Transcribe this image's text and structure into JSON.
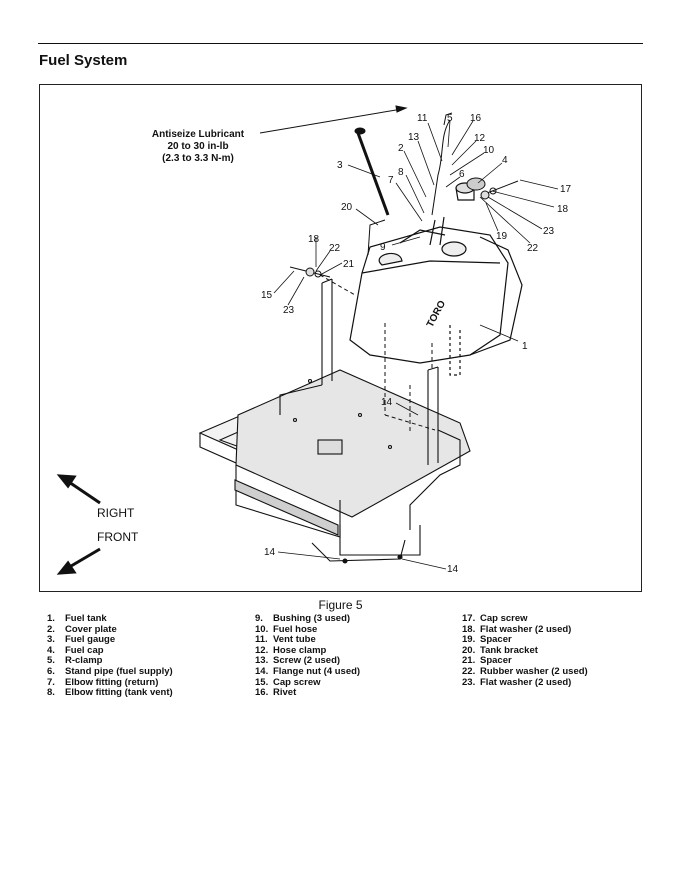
{
  "header": {
    "title": "Fuel System"
  },
  "figure": {
    "caption": "Figure 5",
    "torque": [
      "Antiseize Lubricant",
      "20 to 30 in-lb",
      "(2.3 to 3.3 N-m)"
    ],
    "direction_right": "RIGHT",
    "direction_front": "FRONT",
    "brand": "TORO",
    "callouts": [
      "11",
      "5",
      "16",
      "13",
      "12",
      "2",
      "10",
      "4",
      "3",
      "8",
      "6",
      "7",
      "17",
      "18",
      "20",
      "9",
      "23",
      "19",
      "22",
      "18",
      "22",
      "21",
      "15",
      "23",
      "1",
      "14",
      "14",
      "14"
    ]
  },
  "legend": {
    "col1": [
      {
        "num": "1.",
        "text": "Fuel tank"
      },
      {
        "num": "2.",
        "text": "Cover plate"
      },
      {
        "num": "3.",
        "text": "Fuel gauge"
      },
      {
        "num": "4.",
        "text": "Fuel cap"
      },
      {
        "num": "5.",
        "text": "R-clamp"
      },
      {
        "num": "6.",
        "text": "Stand pipe (fuel supply)"
      },
      {
        "num": "7.",
        "text": "Elbow fitting (return)"
      },
      {
        "num": "8.",
        "text": "Elbow fitting (tank vent)"
      }
    ],
    "col2": [
      {
        "num": "9.",
        "text": "Bushing (3 used)"
      },
      {
        "num": "10.",
        "text": "Fuel hose"
      },
      {
        "num": "11.",
        "text": "Vent tube"
      },
      {
        "num": "12.",
        "text": "Hose clamp"
      },
      {
        "num": "13.",
        "text": "Screw (2 used)"
      },
      {
        "num": "14.",
        "text": "Flange nut (4 used)"
      },
      {
        "num": "15.",
        "text": "Cap screw"
      },
      {
        "num": "16.",
        "text": "Rivet"
      }
    ],
    "col3": [
      {
        "num": "17.",
        "text": "Cap screw"
      },
      {
        "num": "18.",
        "text": "Flat washer (2 used)"
      },
      {
        "num": "19.",
        "text": "Spacer"
      },
      {
        "num": "20.",
        "text": "Tank bracket"
      },
      {
        "num": "21.",
        "text": "Spacer"
      },
      {
        "num": "22.",
        "text": "Rubber washer (2 used)"
      },
      {
        "num": "23.",
        "text": "Flat washer (2 used)"
      }
    ]
  }
}
